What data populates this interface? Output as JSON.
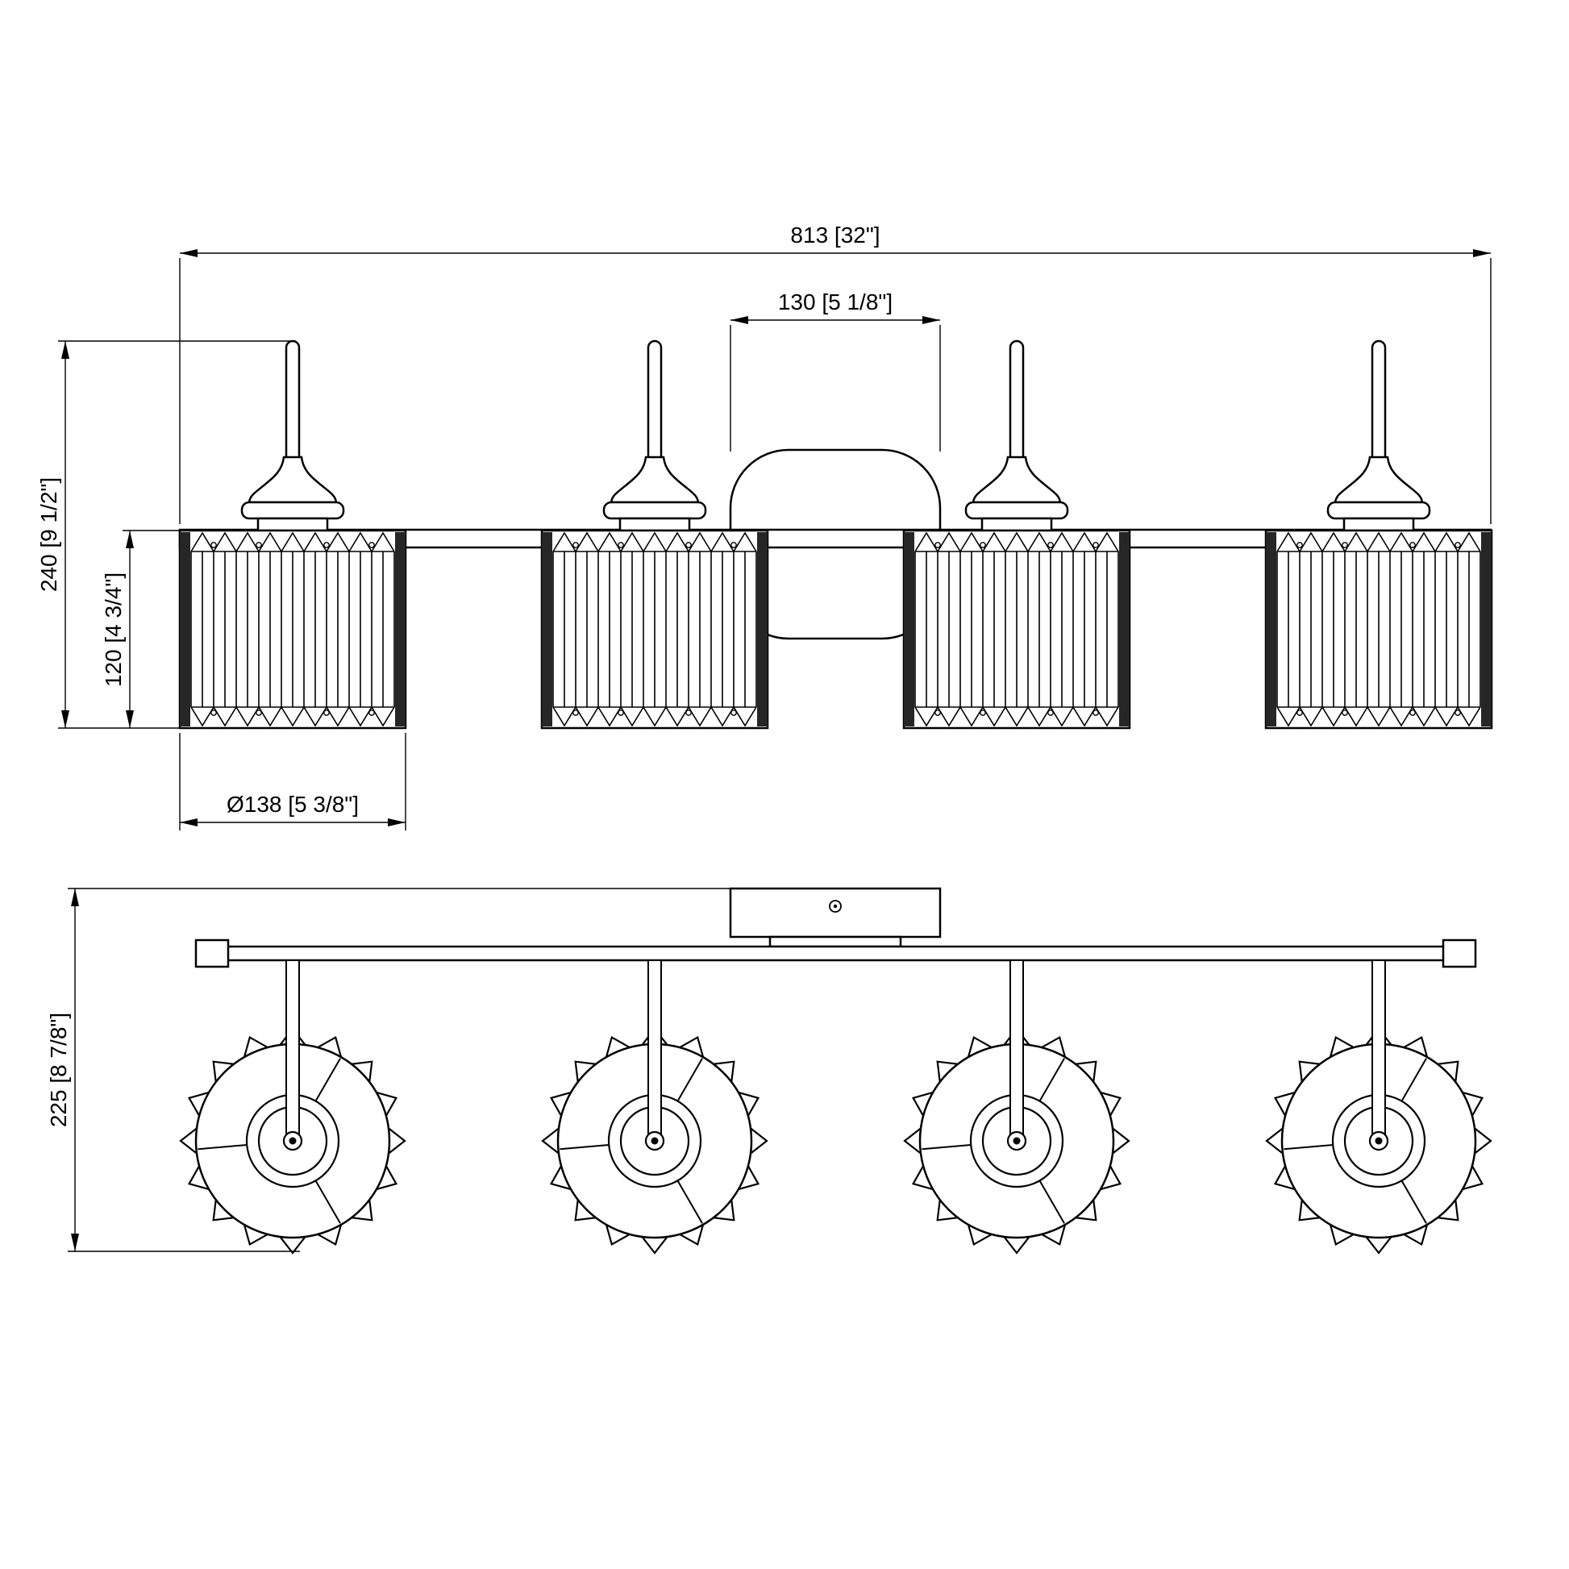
{
  "page": {
    "background": "#ffffff",
    "line_color": "#000000"
  },
  "drawing": {
    "type": "technical-dimension-drawing",
    "subject": "4-light crystal vanity light fixture, front elevation and plan view",
    "views": {
      "front": {
        "dim_overall_width": "813 [32\"]",
        "dim_backplate_width": "130 [5 1/8\"]",
        "dim_overall_height": "240 [9 1/2\"]",
        "dim_shade_height": "120 [4 3/4\"]",
        "dim_shade_diameter": "Ø138 [5 3/8\"]"
      },
      "plan": {
        "dim_depth": "225 [8 7/8\"]"
      }
    }
  }
}
